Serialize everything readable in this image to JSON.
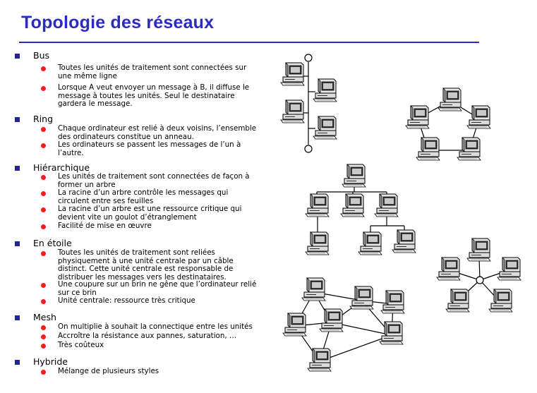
{
  "title": "Topologie des réseaux",
  "topics": [
    {
      "label": "Bus",
      "bullets": [
        [
          "Toutes les unités de traitement sont connectées sur",
          "une même ligne"
        ],
        [
          "Lorsque A veut envoyer un message à B, il diffuse le",
          "message à toutes les unités. Seul le destinataire",
          "gardera le message."
        ]
      ]
    },
    {
      "label": "Ring",
      "bullets": [
        [
          "Chaque ordinateur est relié à deux voisins, l’ensemble",
          "des ordinateurs constitue un anneau."
        ],
        [
          "Les ordinateurs se passent les messages de l’un à",
          "l’autre."
        ]
      ]
    },
    {
      "label": "Hiérarchique",
      "bullets": [
        [
          "Les unités de traitement sont connectées de façon à",
          "former un arbre"
        ],
        [
          "La racine d’un arbre contrôle les messages qui",
          "circulent entre ses feuilles"
        ],
        [
          "La racine d’un arbre est une ressource critique qui",
          "devient vite un goulot d’étranglement"
        ],
        [
          "Facilité de mise en œuvre"
        ]
      ]
    },
    {
      "label": "En étoile",
      "bullets": [
        [
          "Toutes les unités de traitement sont reliées",
          "physiquement à une unité centrale par un câble",
          "distinct. Cette unité centrale est responsable de",
          "distribuer les messages vers les destinataires."
        ],
        [
          "Une coupure sur un brin ne gêne que l’ordinateur relié",
          "sur ce brin"
        ],
        [
          "Unité centrale: ressource très critique"
        ]
      ]
    },
    {
      "label": "Mesh",
      "bullets": [
        [
          "On multiplie à souhait la connectique entre les unités"
        ],
        [
          "Accroître la résistance aux pannes, saturation, …"
        ],
        [
          "Très coûteux"
        ]
      ]
    },
    {
      "label": "Hybride",
      "bullets": [
        [
          "Mélange de plusieurs styles"
        ]
      ]
    }
  ],
  "colors": {
    "title": "#2b2bc4",
    "topic_marker": "#23239c",
    "bullet_marker": "#ff1a1a"
  },
  "icons": {
    "topic_marker": "square-bullet-icon",
    "bullet_marker": "round-bullet-icon",
    "diagram_node": "computer-icon"
  }
}
